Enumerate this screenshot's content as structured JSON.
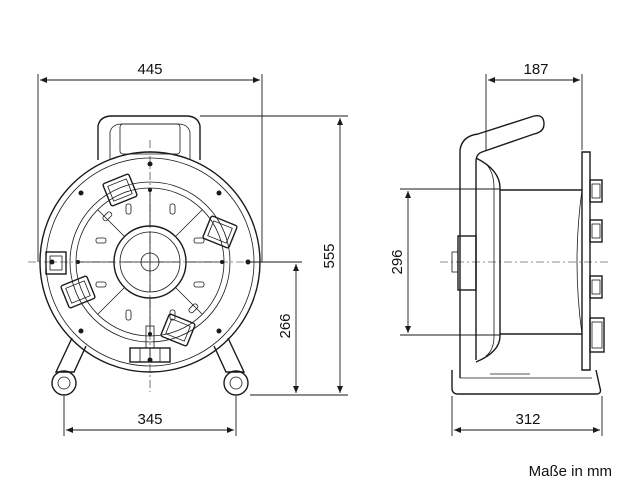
{
  "dimensions": {
    "width_front": "445",
    "depth_side": "187",
    "height_total": "555",
    "drum_diameter": "296",
    "axle_height": "266",
    "wheel_span": "345",
    "base_depth": "312"
  },
  "units_note": "Maße in mm",
  "colors": {
    "line": "#1a1a1a",
    "background": "#ffffff"
  }
}
